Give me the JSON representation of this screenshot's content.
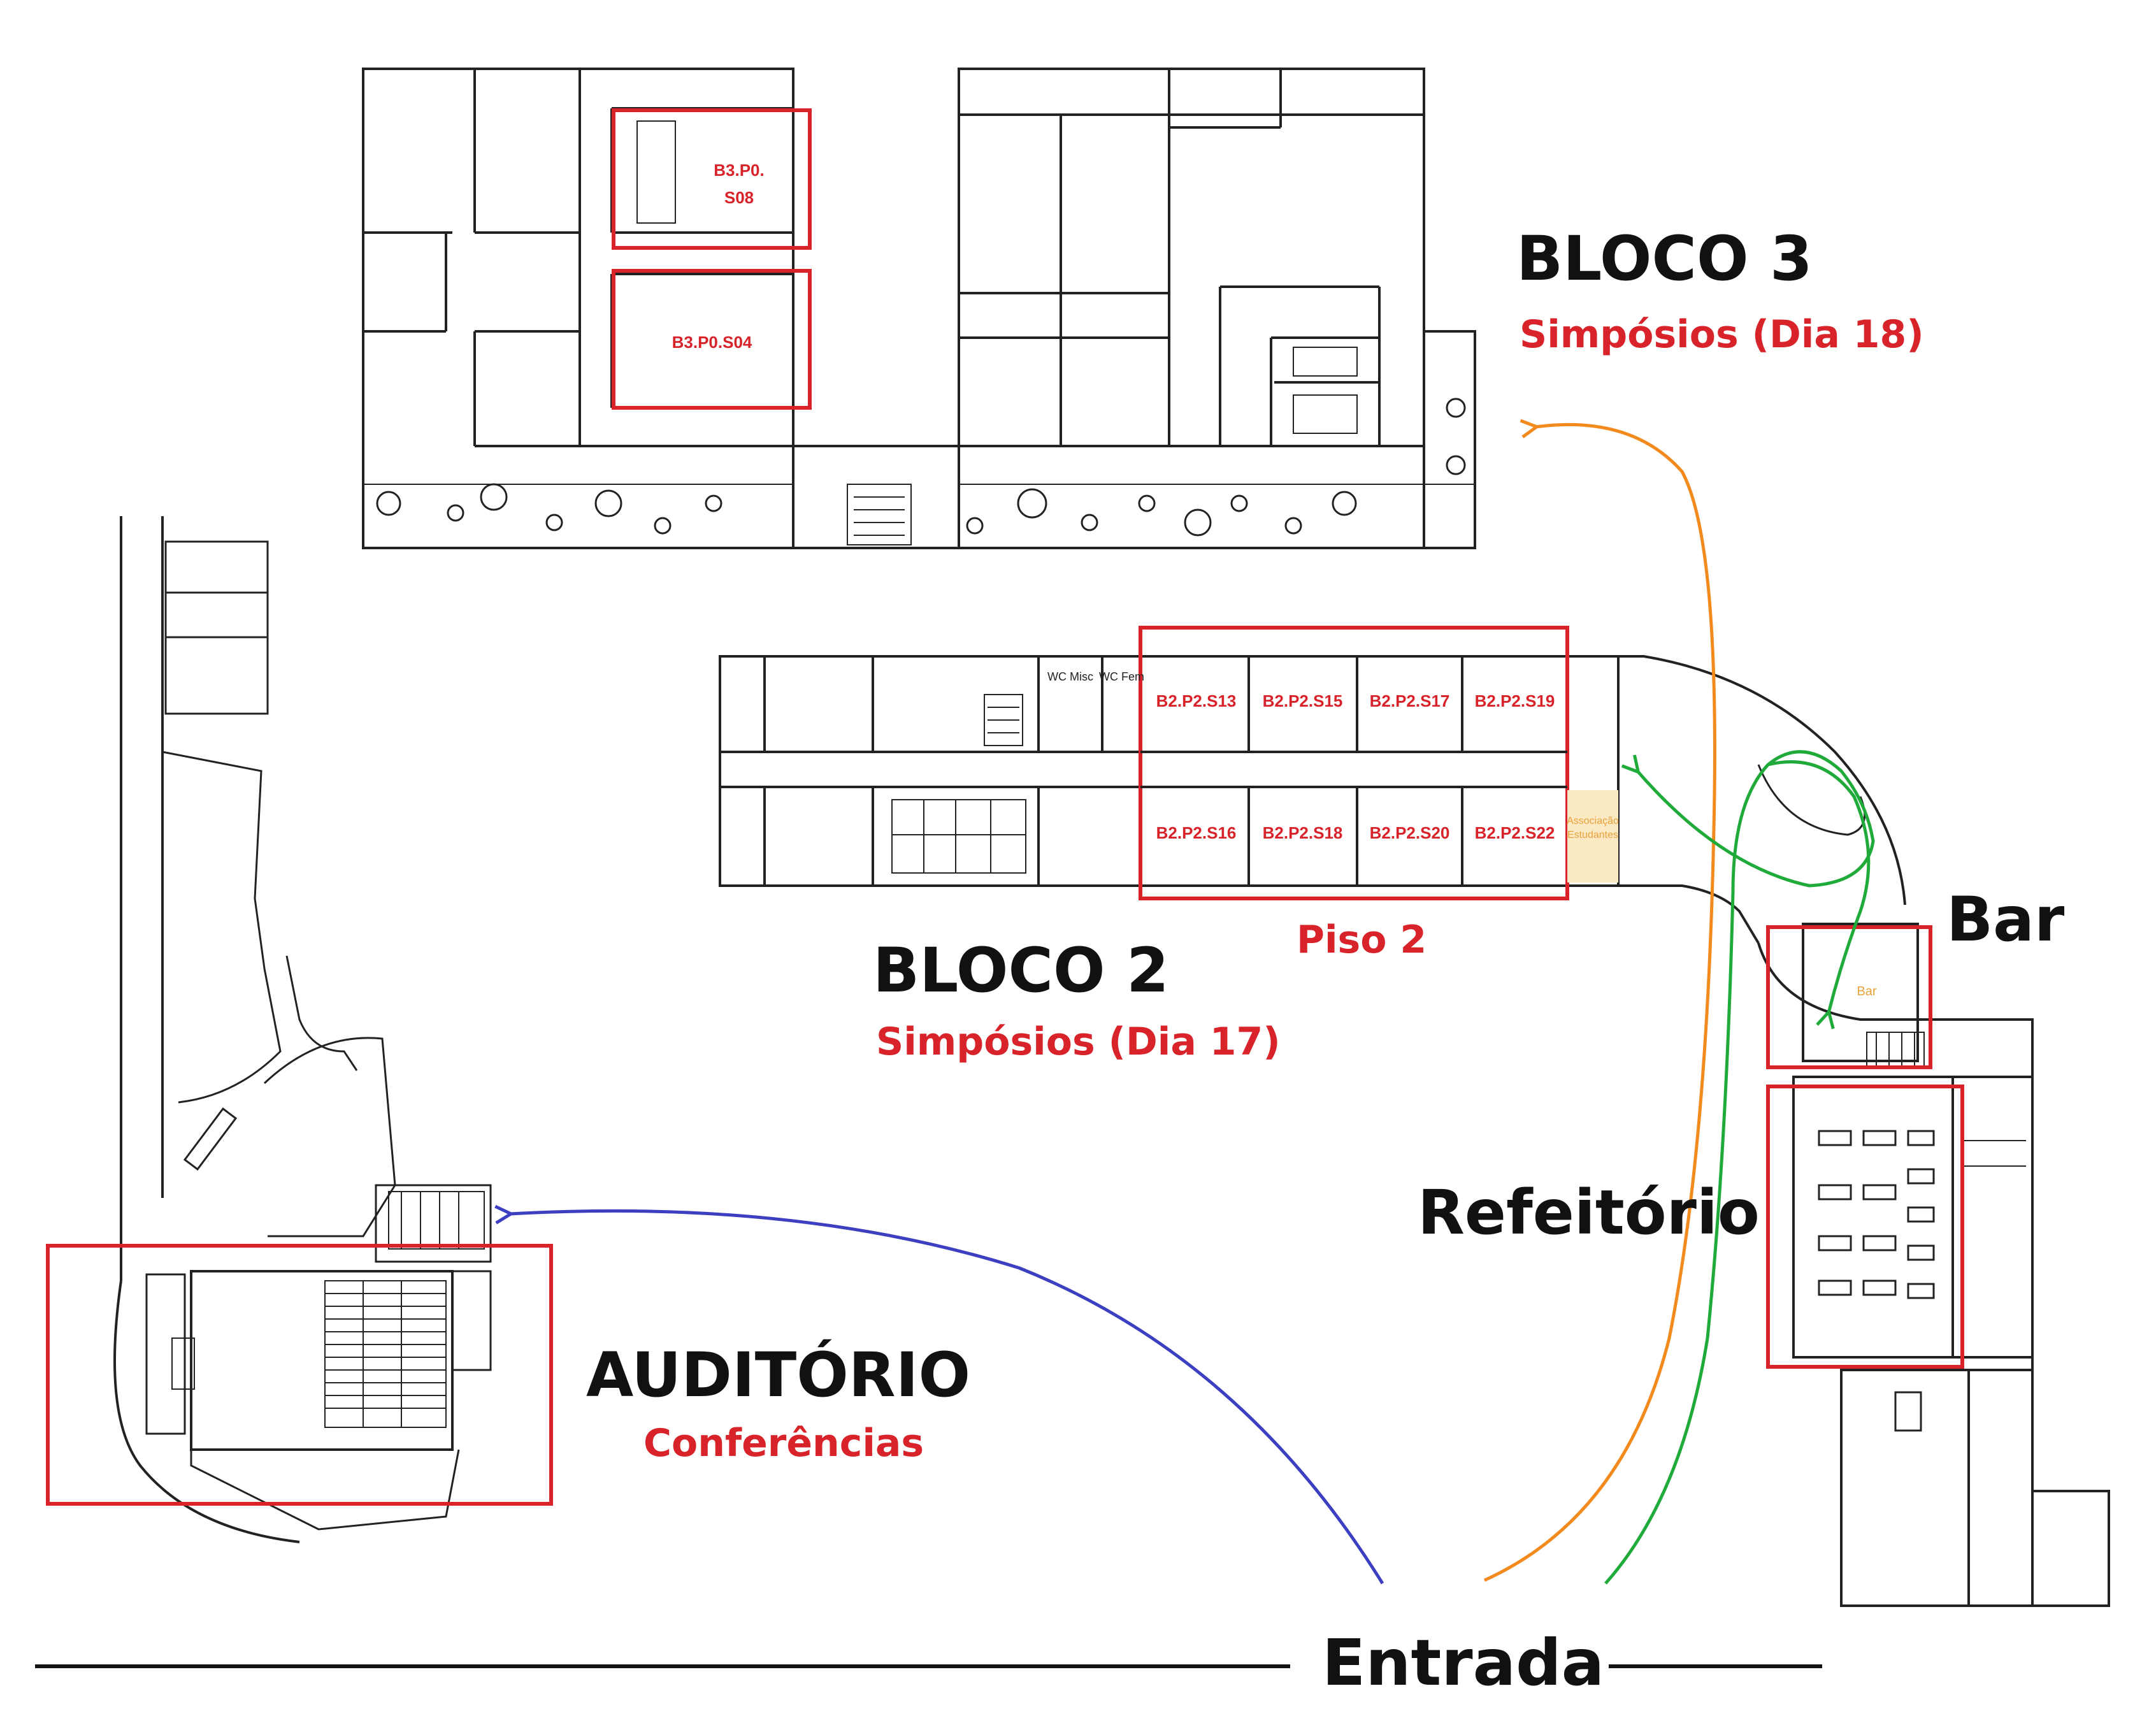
{
  "colors": {
    "highlight": "#d8232a",
    "label": "#111111",
    "plan_line": "#222222",
    "route_blue": "#3b3fc0",
    "route_orange": "#f28a1e",
    "route_green": "#1faa3a",
    "corridor_yellow": "#e8b23a"
  },
  "buildings": {
    "bloco3": {
      "title": "BLOCO 3",
      "subtitle": "Simpósios (Dia 18)"
    },
    "bloco2": {
      "title": "BLOCO 2",
      "subtitle": "Simpósios (Dia 17)",
      "floor": "Piso 2"
    },
    "auditorio": {
      "title": "AUDITÓRIO",
      "subtitle": "Conferências"
    },
    "bar": {
      "title": "Bar"
    },
    "refeitorio": {
      "title": "Refeitório"
    }
  },
  "rooms": {
    "b3_s08_line1": "B3.P0.",
    "b3_s08_line2": "S08",
    "b3_s04": "B3.P0.S04",
    "b2_top": [
      "B2.P2.S13",
      "B2.P2.S15",
      "B2.P2.S17",
      "B2.P2.S19"
    ],
    "b2_bottom": [
      "B2.P2.S16",
      "B2.P2.S18",
      "B2.P2.S20",
      "B2.P2.S22"
    ]
  },
  "small_labels": {
    "wc_misc": "WC Misc",
    "wc_fem": "WC Fem",
    "associacao_line1": "Associação",
    "associacao_line2": "Estudantes",
    "bar_small": "Bar"
  },
  "entrance": {
    "label": "Entrada"
  },
  "routes": [
    {
      "name": "route-to-auditorio",
      "color": "blue"
    },
    {
      "name": "route-to-bloco3",
      "color": "orange"
    },
    {
      "name": "route-to-bloco2",
      "color": "green"
    },
    {
      "name": "route-to-bar",
      "color": "green"
    }
  ]
}
